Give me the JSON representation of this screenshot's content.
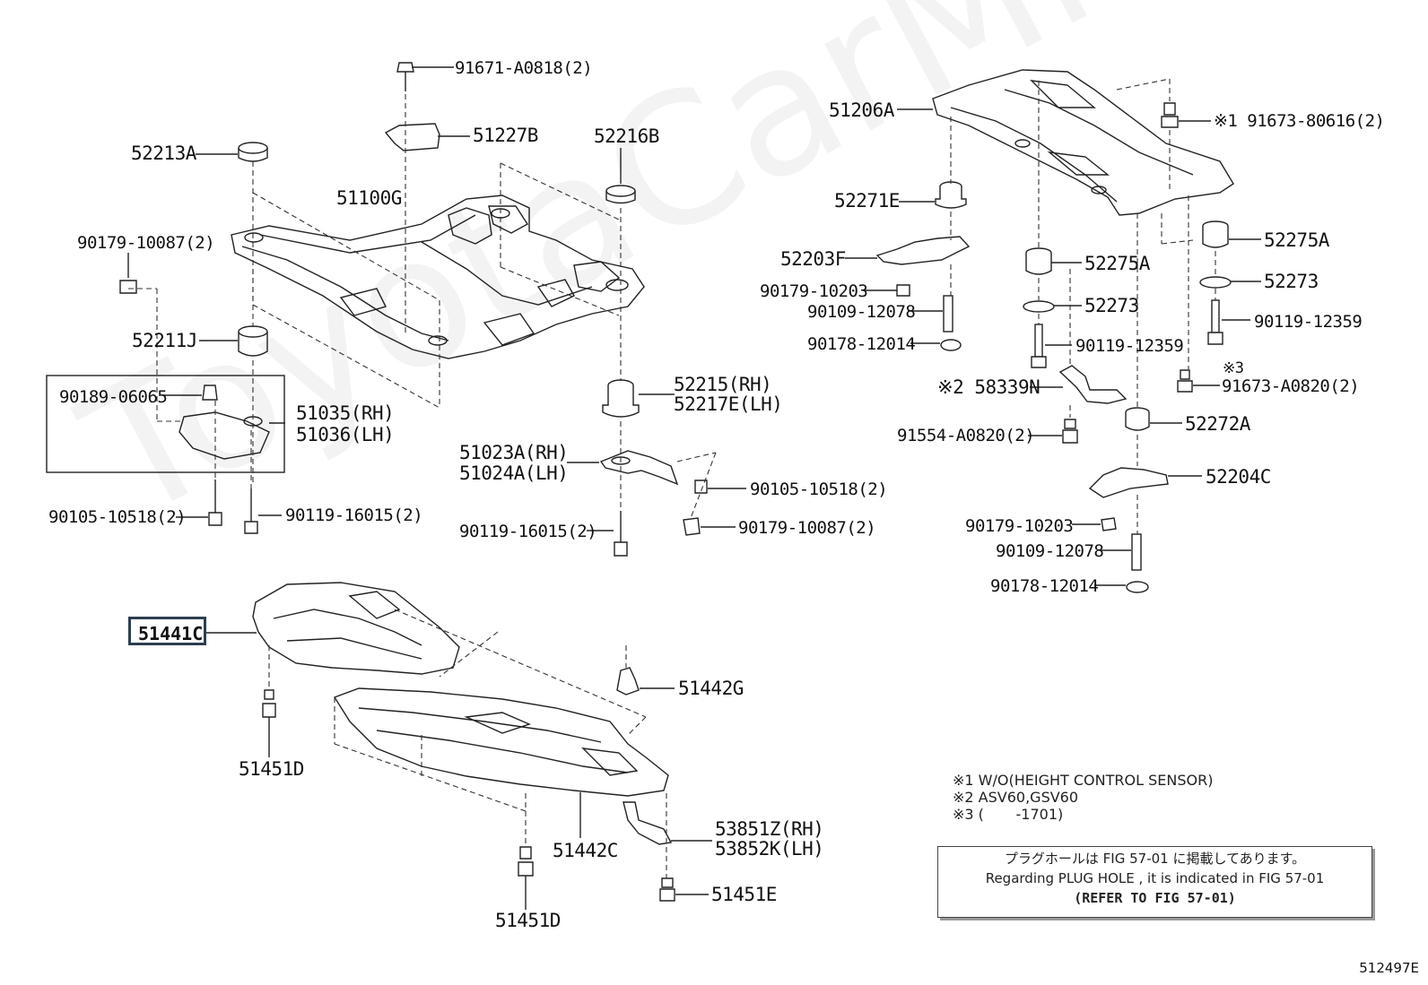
{
  "watermark": "ToyotaCarMine.ru",
  "figure_id": "512497E",
  "highlighted_part": "51441C",
  "parts": {
    "p91671": "91671-A0818(2)",
    "p51227B": "51227B",
    "p52216B": "52216B",
    "p52213A": "52213A",
    "p51100G": "51100G",
    "p90179a": "90179-10087(2)",
    "p52211J": "52211J",
    "p90189": "90189-06065",
    "p51035": "51035(RH)",
    "p51036": "51036(LH)",
    "p90105a": "90105-10518(2)",
    "p90119a": "90119-16015(2)",
    "p52215": "52215(RH)",
    "p52217E": "52217E(LH)",
    "p51023A": "51023A(RH)",
    "p51024A": "51024A(LH)",
    "p90105b": "90105-10518(2)",
    "p90119b": "90119-16015(2)",
    "p90179b": "90179-10087(2)",
    "p51442G": "51442G",
    "p51451Da": "51451D",
    "p51442C": "51442C",
    "p53851Z": "53851Z(RH)",
    "p53852K": "53852K(LH)",
    "p51451Db": "51451D",
    "p51451E": "51451E",
    "p51206A": "51206A",
    "p91673a": "※1 91673-80616(2)",
    "p52271E": "52271E",
    "p52203F": "52203F",
    "p90179c": "90179-10203",
    "p90109a": "90109-12078",
    "p90178a": "90178-12014",
    "p52275Aa": "52275A",
    "p52273a": "52273",
    "p90119c": "90119-12359",
    "p52275Ab": "52275A",
    "p52273b": "52273",
    "p90119d": "90119-12359",
    "p58339N": "※2 58339N",
    "p91673b_note": "※3",
    "p91673b": "91673-A0820(2)",
    "p91554": "91554-A0820(2)",
    "p52272A": "52272A",
    "p52204C": "52204C",
    "p90179d": "90179-10203",
    "p90109b": "90109-12078",
    "p90178b": "90178-12014"
  },
  "notes": {
    "n1": "※1 W/O(HEIGHT CONTROL SENSOR)",
    "n2": "※2 ASV60,GSV60",
    "n3": "※3 (       -1701)"
  },
  "plug_box": {
    "jp": "プラグホールは FIG 57-01 に掲載してあります。",
    "en": "Regarding PLUG HOLE , it is indicated in FIG 57-01",
    "ref": "(REFER TO FIG 57-01)"
  }
}
